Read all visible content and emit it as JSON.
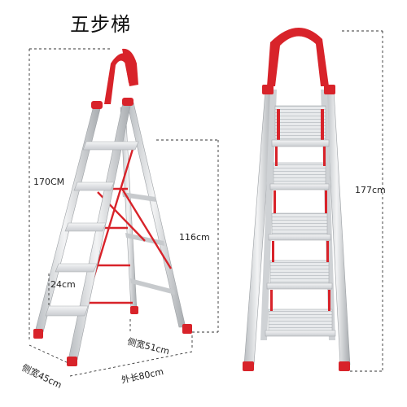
{
  "title": "五步梯",
  "dimensions": {
    "total_height_left": "170CM",
    "platform_height": "116cm",
    "step_depth": "24cm",
    "side_width_back": "侧宽51cm",
    "side_width_front": "侧宽45cm",
    "outer_length": "外长80cm",
    "total_height_right": "177cm"
  },
  "colors": {
    "rail": "#d9dcdf",
    "rail_shadow": "#a9adb1",
    "accent_red": "#d8232a",
    "dash": "#333333"
  }
}
